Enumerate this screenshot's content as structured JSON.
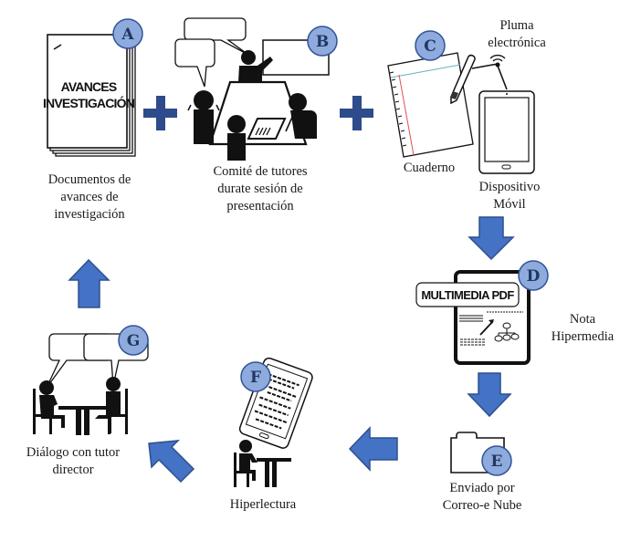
{
  "colors": {
    "badge_fill": "#8faadc",
    "badge_stroke": "#2f5597",
    "badge_text": "#1f3864",
    "arrow_fill": "#4472c4",
    "arrow_stroke": "#2f4f8f",
    "plus": "#2e4b8c",
    "ink": "#111111"
  },
  "operators": {
    "plus": "+"
  },
  "steps": [
    {
      "badge": "A",
      "doc_title_line1": "AVANCES",
      "doc_title_line2": "INVESTIGACIÓN",
      "caption": [
        "Documentos de",
        "avances de",
        "investigación"
      ]
    },
    {
      "badge": "B",
      "caption": [
        "Comité de tutores",
        "durate sesión de",
        "presentación"
      ]
    },
    {
      "badge": "C",
      "labels": {
        "pen": [
          "Pluma",
          "electrónica"
        ],
        "notebook": "Cuaderno",
        "device": [
          "Dispositivo",
          "Móvil"
        ]
      }
    },
    {
      "badge": "D",
      "banner": "MULTIMEDIA PDF",
      "caption": [
        "Nota",
        "Hipermedia"
      ]
    },
    {
      "badge": "E",
      "caption": [
        "Enviado por",
        "Correo-e Nube"
      ]
    },
    {
      "badge": "F",
      "caption": [
        "Hiperlectura"
      ]
    },
    {
      "badge": "G",
      "caption": [
        "Diálogo con tutor",
        "director"
      ]
    }
  ],
  "flow": [
    {
      "from": "A",
      "to": "B",
      "type": "plus"
    },
    {
      "from": "B",
      "to": "C",
      "type": "plus"
    },
    {
      "from": "C",
      "to": "D",
      "type": "arrow",
      "direction": "down"
    },
    {
      "from": "D",
      "to": "E",
      "type": "arrow",
      "direction": "down"
    },
    {
      "from": "E",
      "to": "F",
      "type": "arrow",
      "direction": "left"
    },
    {
      "from": "F",
      "to": "G",
      "type": "arrow",
      "direction": "up-left"
    },
    {
      "from": "G",
      "to": "A",
      "type": "arrow",
      "direction": "up"
    }
  ]
}
